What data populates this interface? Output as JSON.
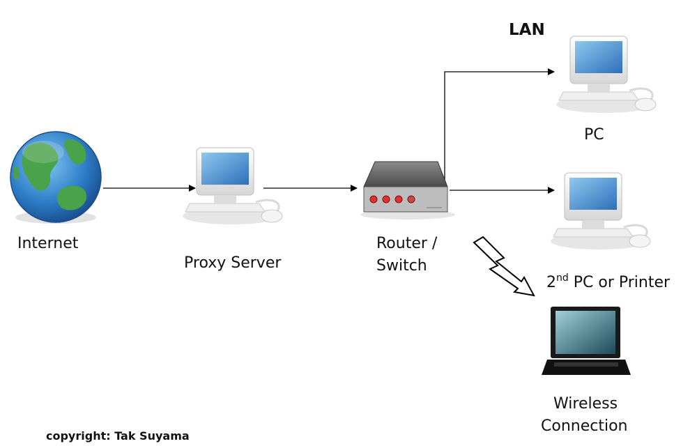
{
  "section_label": "LAN",
  "nodes": {
    "internet": {
      "label": "Internet"
    },
    "proxy": {
      "label": "Proxy Server"
    },
    "router": {
      "line1": "Router /",
      "line2": "Switch"
    },
    "pc": {
      "label": "PC"
    },
    "pc2": {
      "prefix": "2",
      "superscript": "nd",
      "rest": " PC or Printer"
    },
    "wireless": {
      "line1": "Wireless",
      "line2": "Connection"
    }
  },
  "copyright": "copyright: Tak Suyama"
}
